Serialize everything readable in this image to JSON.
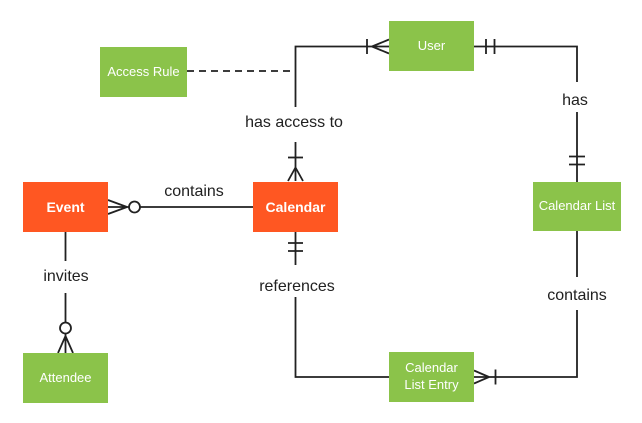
{
  "diagram": {
    "type": "entity-relationship-diagram",
    "background_color": "#ffffff",
    "line_color": "#212121",
    "label_color": "#212121",
    "entity_text_color": "#ffffff",
    "primary_color": "#FF5722",
    "secondary_color": "#8BC34A"
  },
  "entities": {
    "event": {
      "label": "Event",
      "style": "primary"
    },
    "calendar": {
      "label": "Calendar",
      "style": "primary"
    },
    "access_rule": {
      "label": "Access Rule",
      "style": "secondary"
    },
    "user": {
      "label": "User",
      "style": "secondary"
    },
    "calendar_list": {
      "label": "Calendar List",
      "style": "secondary"
    },
    "attendee": {
      "label": "Attendee",
      "style": "secondary"
    },
    "calendar_list_entry": {
      "label": "Calendar List Entry",
      "style": "secondary"
    }
  },
  "relationships": {
    "calendar_contains_events": {
      "label": "contains",
      "from": "Calendar",
      "to": "Event",
      "notation_at_event": "zero-or-many"
    },
    "event_invites_attendees": {
      "label": "invites",
      "from": "Event",
      "to": "Attendee",
      "notation_at_attendee": "zero-or-many"
    },
    "calendar_has_access_to_user": {
      "label": "has access to",
      "from": "Calendar",
      "to": "User",
      "notation_at_calendar": "one-or-many",
      "notation_at_user": "one-or-many"
    },
    "user_has_calendar_list": {
      "label": "has",
      "from": "User",
      "to": "Calendar List",
      "notation_at_user": "exactly-one",
      "notation_at_calendar_list": "exactly-one"
    },
    "calendar_list_contains_entries": {
      "label": "contains",
      "from": "Calendar List",
      "to": "Calendar List Entry",
      "notation_at_entry": "one-or-many"
    },
    "entry_references_calendar": {
      "label": "references",
      "from": "Calendar List Entry",
      "to": "Calendar",
      "notation_at_calendar": "exactly-one"
    },
    "access_rule_attachment": {
      "style": "dashed",
      "from": "Access Rule",
      "to": "has-access-to connector"
    }
  }
}
